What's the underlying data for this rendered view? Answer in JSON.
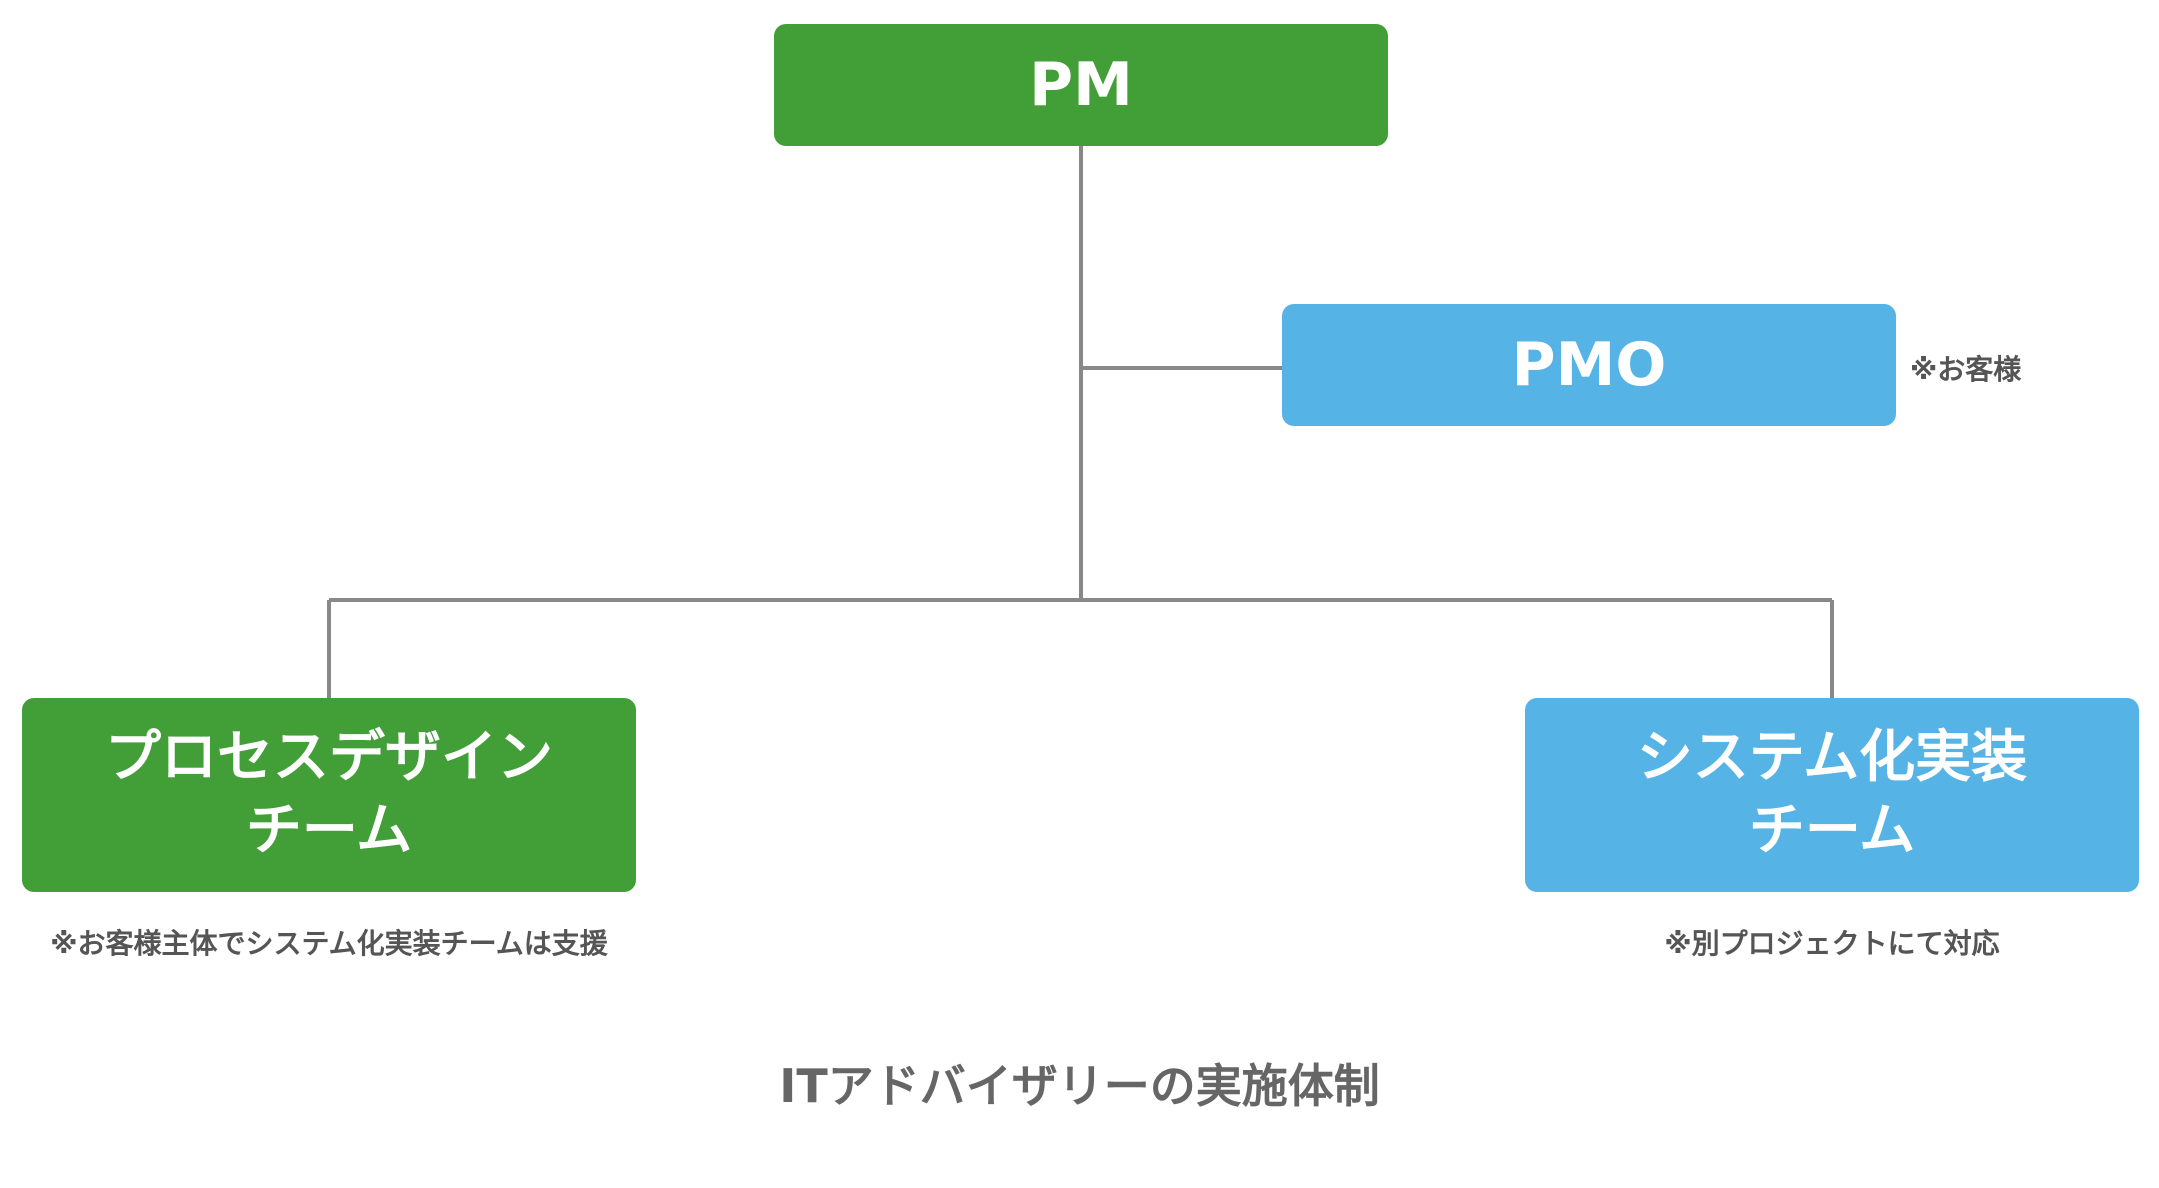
{
  "caption": "ITアドバイザリーの実施体制",
  "boxes": {
    "pm": {
      "label": "PM",
      "color": "#429e37"
    },
    "pmo": {
      "label": "PMO",
      "color": "#55b3e5",
      "note": "※お客様"
    },
    "process": {
      "line1": "プロセスデザイン",
      "line2": "チーム",
      "color": "#429e37",
      "note": "※お客様主体でシステム化実装チームは支援"
    },
    "system": {
      "line1": "システム化実装",
      "line2": "チーム",
      "color": "#55b3e5",
      "note": "※別プロジェクトにて対応"
    }
  },
  "connector_color": "#888888"
}
